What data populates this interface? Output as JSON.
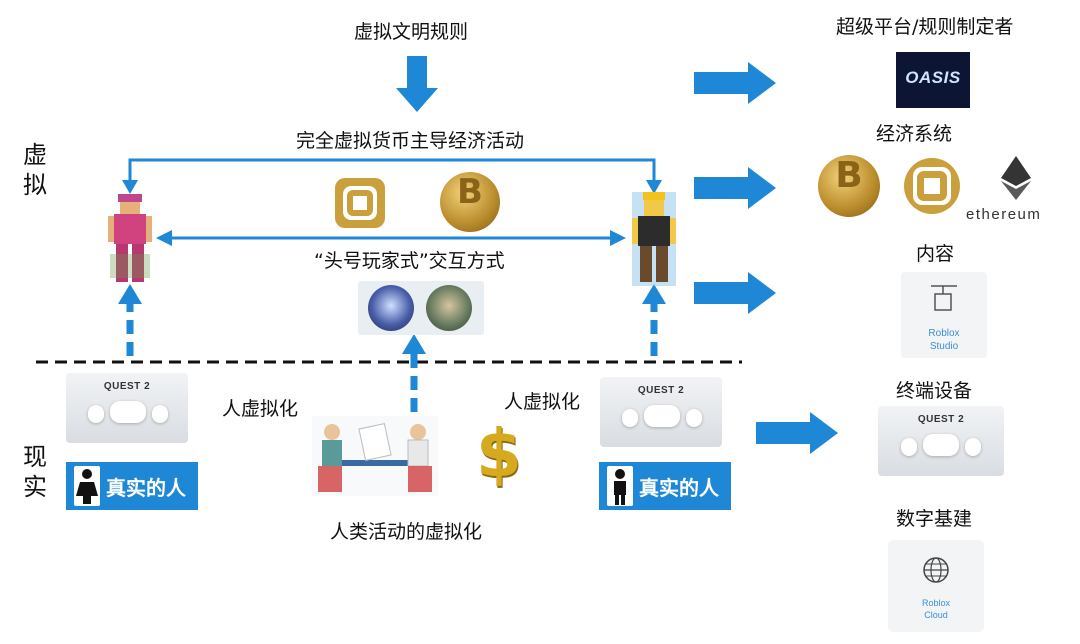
{
  "labels": {
    "virtual_rules": "虚拟文明规则",
    "currency": "完全虚拟货币主导经济活动",
    "interaction": "“头号玩家式”交互方式",
    "human_virtualize_left": "人虚拟化",
    "human_virtualize_right": "人虚拟化",
    "human_activity": "人类活动的虚拟化"
  },
  "side": {
    "virtual": "虚拟",
    "real": "现实"
  },
  "right": {
    "platform": "超级平台/规则制定者",
    "economy": "经济系统",
    "content": "内容",
    "terminal": "终端设备",
    "infra": "数字基建"
  },
  "badges": {
    "left": "真实的人",
    "right": "真实的人"
  },
  "devices": {
    "quest_label": "QUEST 2"
  },
  "logos": {
    "oasis": "OASIS",
    "ethereum": "ethereum",
    "studio_line1": "Roblox",
    "studio_line2": "Studio",
    "cloud_line1": "Roblox",
    "cloud_line2": "Cloud"
  },
  "colors": {
    "accent": "#1e88d6",
    "gold": "#c9a03c",
    "dark": "#111111"
  }
}
